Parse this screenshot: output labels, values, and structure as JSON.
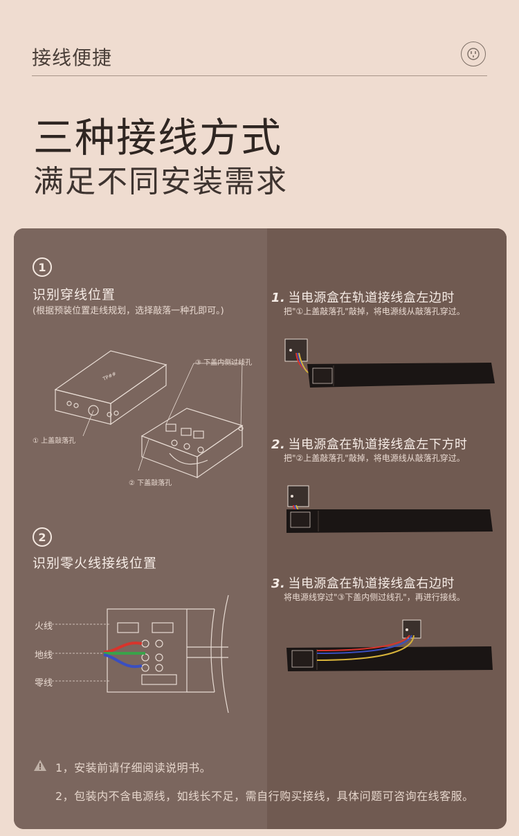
{
  "header": {
    "title": "接线便捷",
    "badge_icon": "plug-icon"
  },
  "hero": {
    "line1": "三种接线方式",
    "line2": "满足不同安装需求"
  },
  "step1": {
    "num": "1",
    "title": "识别穿线位置",
    "subtitle": "(根据预装位置走线规划，选择敲落一种孔即可。)",
    "labels": {
      "hole_top": "① 上盖敲落孔",
      "hole_bottom": "② 下盖敲落孔",
      "hole_side": "③ 下盖内侧过线孔"
    }
  },
  "step2": {
    "num": "2",
    "title": "识别零火线接线位置",
    "labels": {
      "live": "火线",
      "ground": "地线",
      "neutral": "零线"
    }
  },
  "methods": [
    {
      "num": "1.",
      "title": "当电源盒在轨道接线盒左边时",
      "desc": "把\"①上盖敲落孔\"敲掉，将电源线从敲落孔穿过。"
    },
    {
      "num": "2.",
      "title": "当电源盒在轨道接线盒左下方时",
      "desc": "把\"②上盖敲落孔\"敲掉，将电源线从敲落孔穿过。"
    },
    {
      "num": "3.",
      "title": "当电源盒在轨道接线盒右边时",
      "desc": "将电源线穿过\"③下盖内侧过线孔\"，再进行接线。"
    }
  ],
  "notes": [
    "1，安装前请仔细阅读说明书。",
    "2，包装内不含电源线，如线长不足，需自行购买接线，具体问题可咨询在线客服。"
  ],
  "colors": {
    "background": "#efdcd0",
    "panel": "#725c53",
    "panel_left": "#7b665e",
    "wire_red": "#d8342c",
    "wire_blue": "#3a4fc0",
    "wire_yellow": "#d6b23a"
  }
}
